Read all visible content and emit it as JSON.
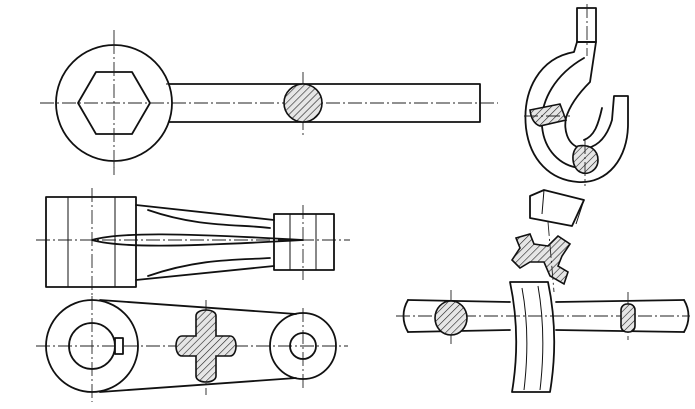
{
  "figures": [
    {
      "id": "wrench",
      "icon": "wrench-removed-section"
    },
    {
      "id": "crane-hook",
      "icon": "hook-sections"
    },
    {
      "id": "connecting-rod",
      "icon": "rod-cross-section"
    },
    {
      "id": "curved-beam",
      "icon": "beam-and-shaft-sections"
    }
  ],
  "colors": {
    "line": "#111111",
    "background": "#ffffff"
  }
}
